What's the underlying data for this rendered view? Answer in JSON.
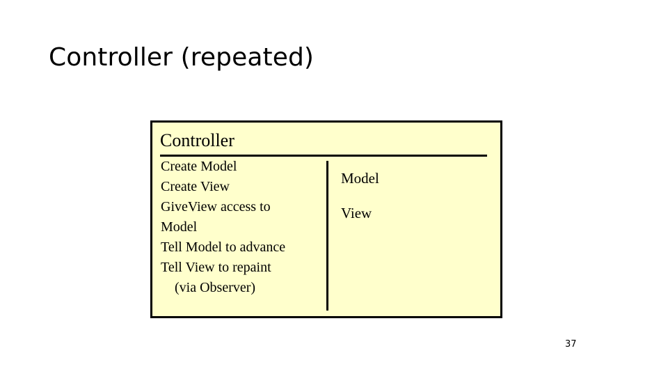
{
  "slide": {
    "title": "Controller (repeated)",
    "page_number": "37",
    "background_color": "#ffffff"
  },
  "diagram": {
    "kind": "uml-class-box",
    "box_fill_color": "#ffffcc",
    "box_border_color": "#000000",
    "header": {
      "label": "Controller"
    },
    "left_column": {
      "lines": [
        {
          "text": "Create Model",
          "indented": false
        },
        {
          "text": "Create View",
          "indented": false
        },
        {
          "text": "GiveView access to",
          "indented": false
        },
        {
          "text": "Model",
          "indented": false
        },
        {
          "text": "Tell Model to advance",
          "indented": false
        },
        {
          "text": "Tell View to repaint",
          "indented": false
        },
        {
          "text": "(via Observer)",
          "indented": true
        }
      ]
    },
    "right_column": {
      "lines": [
        {
          "text": "Model"
        },
        {
          "text": "View"
        }
      ]
    }
  }
}
